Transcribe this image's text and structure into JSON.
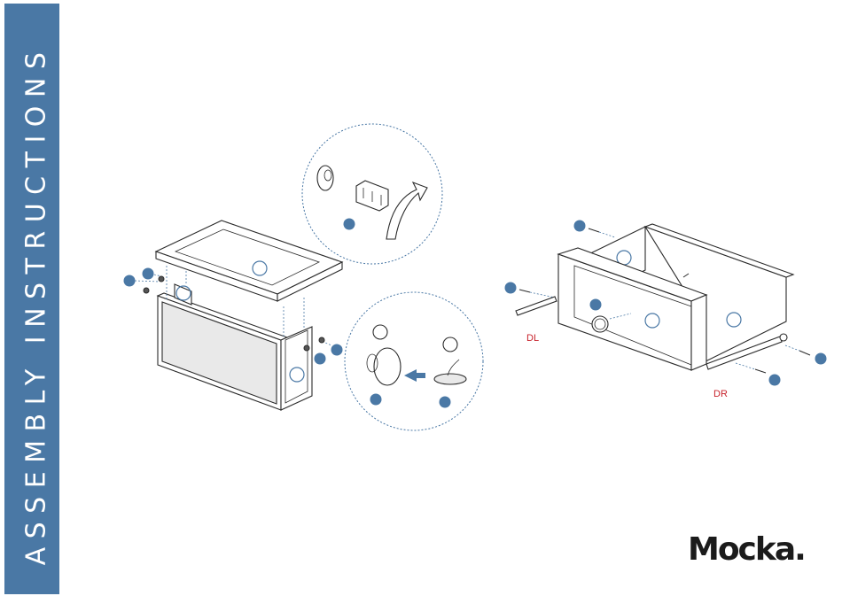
{
  "sidebar": {
    "title": "ASSEMBLY INSTRUCTIONS"
  },
  "brand": {
    "logo_text": "Mocka."
  },
  "drawer": {
    "left_runner_label": "DL",
    "right_runner_label": "DR"
  },
  "colors": {
    "accent": "#4a78a5",
    "runner_label": "#c8232c",
    "line": "#2b2b2b",
    "detail_circle": "#4a78a5"
  }
}
